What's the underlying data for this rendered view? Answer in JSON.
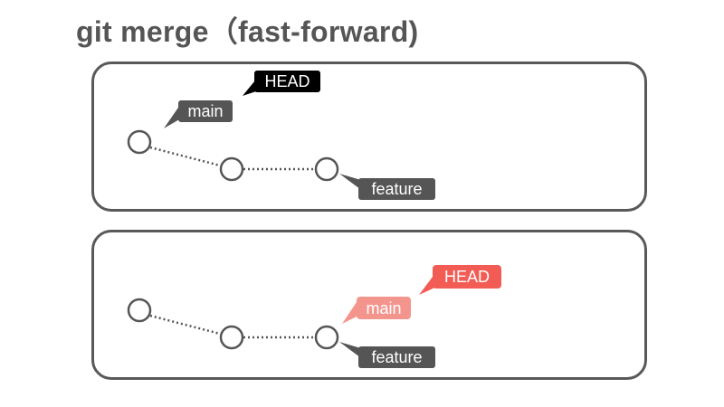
{
  "title": "git merge（fast-forward)",
  "colors": {
    "branch_label": "#555555",
    "head_before": "#000000",
    "head_after": "#f25c54",
    "main_after": "#f4958d",
    "node_stroke": "#555555"
  },
  "before": {
    "labels": {
      "head": "HEAD",
      "main": "main",
      "feature": "feature"
    }
  },
  "after": {
    "labels": {
      "head": "HEAD",
      "main": "main",
      "feature": "feature"
    }
  }
}
